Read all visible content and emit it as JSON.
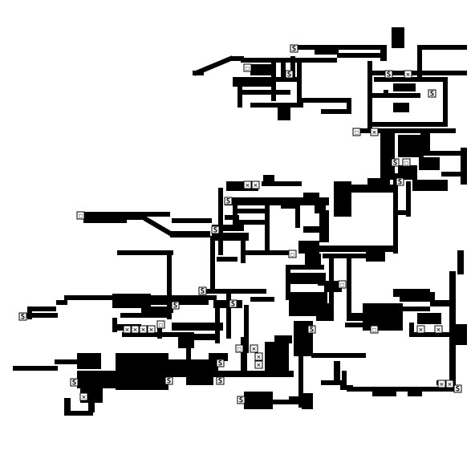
{
  "map": {
    "type": "tile-dungeon-map",
    "colors": {
      "background": "#ffffff",
      "wall": "#000000",
      "tile_light": "#ffffff"
    },
    "start_marker": {
      "glyph": "S",
      "label": "start-tile"
    },
    "box_marker": {
      "glyph": "☐",
      "label": "box-tile"
    },
    "cross_marker": {
      "glyph": "✕",
      "label": "cross-tile"
    }
  }
}
